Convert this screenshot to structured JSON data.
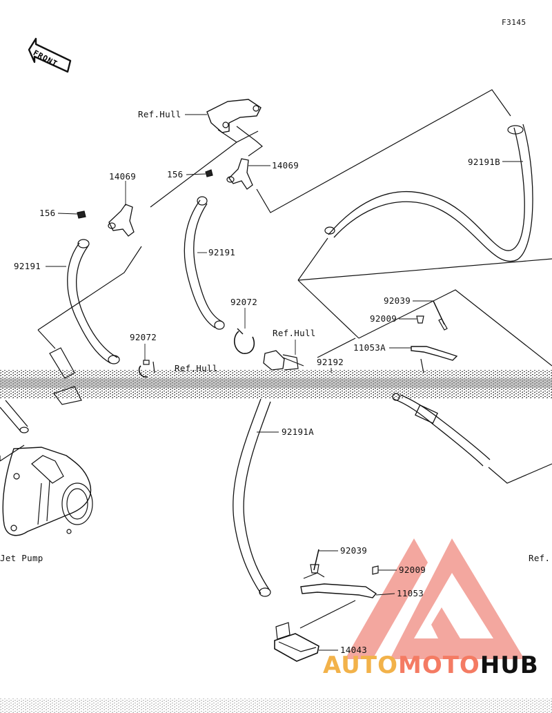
{
  "diagram": {
    "figure_code": "F3145",
    "front_label": "FRONT",
    "labels": {
      "ref_hull_top": "Ref.Hull",
      "ref_hull_mid": "Ref.Hull",
      "ref_hull_left": "Ref.Hull",
      "ref_right": "Ref.",
      "jet_pump": "Jet Pump",
      "p14069_left": "14069",
      "p14069_right": "14069",
      "p156_left": "156",
      "p156_right": "156",
      "p92191_left": "92191",
      "p92191_mid": "92191",
      "p92191B": "92191B",
      "p92191A": "92191A",
      "p92072_left": "92072",
      "p92072_mid": "92072",
      "p92192": "92192",
      "p92039_top": "92039",
      "p92009_top": "92009",
      "p11053A": "11053A",
      "p92039_bot": "92039",
      "p92009_bot": "92009",
      "p11053": "11053",
      "p14043": "14043"
    }
  },
  "watermark": {
    "part1": "AUTO",
    "part2": "MOTO",
    "part3": "HUB",
    "color_auto": "#f2b24a",
    "color_moto": "#f47b63",
    "color_hub": "#111111",
    "logo_color": "#f08a80"
  }
}
